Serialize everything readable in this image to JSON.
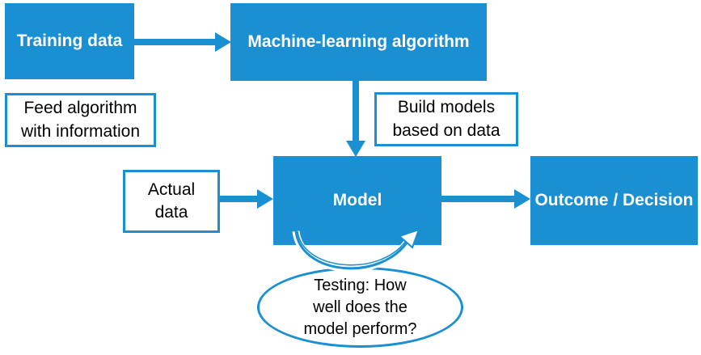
{
  "colors": {
    "primary": "#1a8fd1",
    "text_on_primary": "#ffffff",
    "outline_text": "#000000"
  },
  "nodes": {
    "training_data": "Training data",
    "ml_algorithm": "Machine-learning algorithm",
    "feed_note": "Feed algorithm\nwith information",
    "build_note": "Build models\nbased on data",
    "actual_data": "Actual\ndata",
    "model": "Model",
    "outcome": "Outcome / Decision",
    "testing_note": "Testing: How\nwell does the\nmodel perform?"
  },
  "edges": [
    {
      "from": "training_data",
      "to": "ml_algorithm"
    },
    {
      "from": "ml_algorithm",
      "to": "model"
    },
    {
      "from": "actual_data",
      "to": "model"
    },
    {
      "from": "model",
      "to": "outcome"
    },
    {
      "from": "model",
      "to": "model",
      "label_ref": "testing_note"
    }
  ]
}
